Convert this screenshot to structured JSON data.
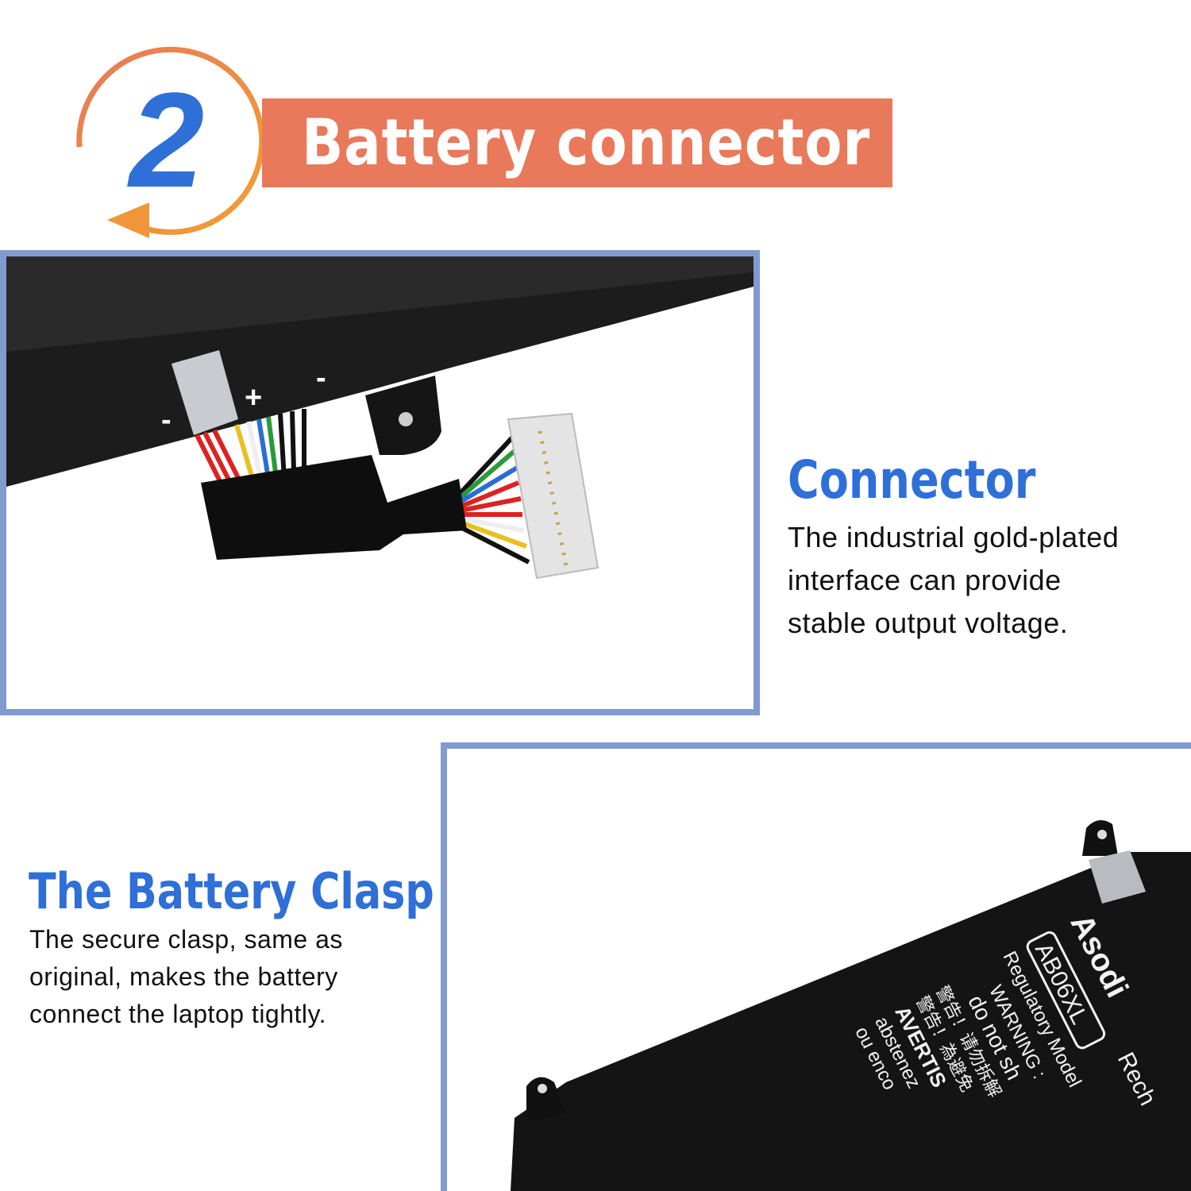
{
  "header": {
    "step_number": "2",
    "title": "Battery connector",
    "colors": {
      "banner": "#E8795A",
      "number": "#2E6FD8",
      "arrow_start": "#E8795A",
      "arrow_end": "#F0A030"
    }
  },
  "connector_section": {
    "heading": "Connector",
    "lines": [
      "The industrial gold-plated",
      "interface can provide",
      "stable output voltage."
    ],
    "photo_marks": {
      "plus": "+",
      "minus_left": "-",
      "minus_right": "-"
    }
  },
  "clasp_section": {
    "heading": "The Battery Clasp",
    "lines": [
      "The secure clasp, same as",
      "original, makes the battery",
      "connect the laptop tightly."
    ],
    "label": {
      "brand": "Asodi",
      "model": "AB06XL",
      "lines": [
        "Rech",
        "Regulatory Model",
        "WARNING :",
        "do not sh",
        "警告！请勿拆解",
        "警告！為避免",
        "AVERTIS",
        "abstenez",
        "ou enco"
      ]
    }
  },
  "colors": {
    "heading": "#2E6FD8",
    "frame": "#809BD0"
  }
}
